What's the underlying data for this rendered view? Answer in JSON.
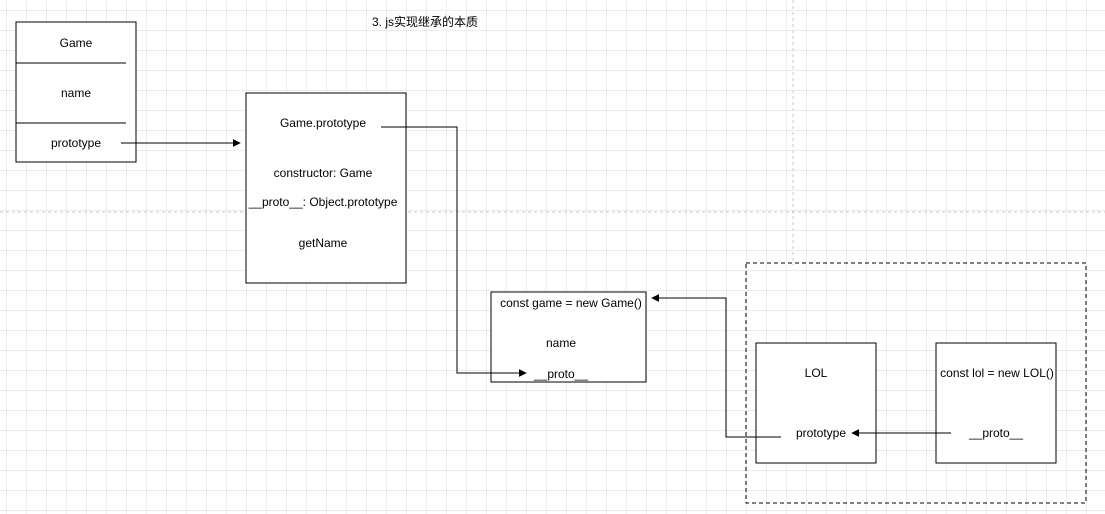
{
  "title": "3. js实现继承的本质",
  "game_class": {
    "name": "Game",
    "field_name": "name",
    "field_prototype": "prototype"
  },
  "game_prototype": {
    "header": "Game.prototype",
    "constructor": "constructor: Game",
    "proto": "__proto__: Object.prototype",
    "method": "getName"
  },
  "game_instance": {
    "header": "const game = new Game()",
    "field_name": "name",
    "field_proto": "__proto__"
  },
  "lol_class": {
    "name": "LOL",
    "field_prototype": "prototype"
  },
  "lol_instance": {
    "header": "const lol = new LOL()",
    "field_proto": "__proto__"
  }
}
